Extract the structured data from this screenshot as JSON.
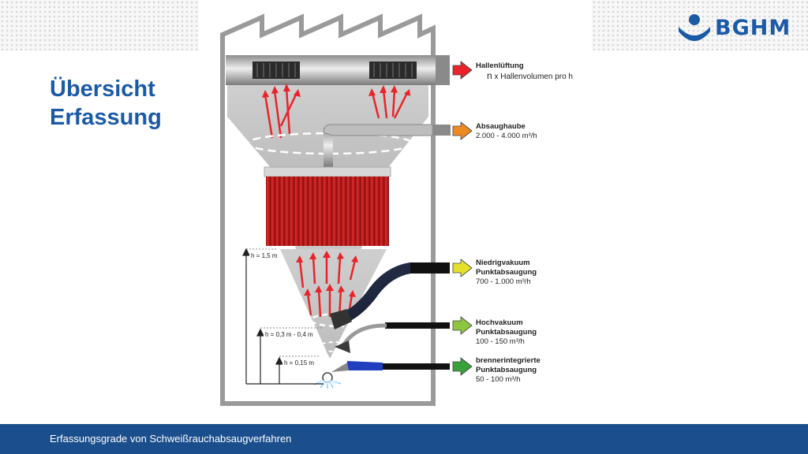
{
  "slide_title": {
    "line1": "Übersicht",
    "line2": "Erfassung"
  },
  "logo": {
    "text": "BGHM"
  },
  "footer": {
    "text": "Erfassungsgrade von Schweißrauchabsaugverfahren"
  },
  "labels": {
    "hallenlueftung": {
      "title": "Hallenlüftung",
      "n": "n",
      "value": "x Hallenvolumen pro h",
      "arrow_color": "#e8242a"
    },
    "absaughaube": {
      "title": "Absaughaube",
      "value": "2.000 - 4.000 m³/h",
      "arrow_color": "#ee8a22"
    },
    "niedrigvakuum": {
      "title1": "Niedrigvakuum",
      "title2": "Punktabsaugung",
      "value": "700 - 1.000 m³/h",
      "arrow_color": "#e6e02b"
    },
    "hochvakuum": {
      "title1": "Hochvakuum",
      "title2": "Punktabsaugung",
      "value": "100 - 150 m³/h",
      "arrow_color": "#8cc63f"
    },
    "brenner": {
      "title1": "brennerintegrierte",
      "title2": "Punktabsaugung",
      "value": "50 - 100 m³/h",
      "arrow_color": "#3aa03a"
    }
  },
  "heights": {
    "h1": "h = 1,5 m",
    "h2": "h = 0,3 m - 0,4 m",
    "h3": "h = 0,15 m"
  }
}
